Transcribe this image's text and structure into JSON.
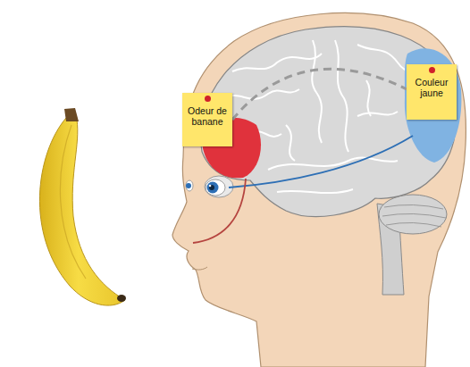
{
  "diagram": {
    "nodes": [
      {
        "text": [
          "Odeur de banane"
        ]
      },
      {
        "text": [
          "Couleur jaune"
        ]
      }
    ],
    "edges": [
      {
        "from": 0,
        "to": 1,
        "arrow": "none"
      }
    ]
  }
}
